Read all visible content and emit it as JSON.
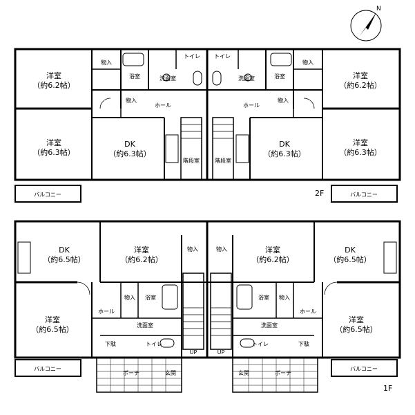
{
  "compass": {
    "north_mark": "N"
  },
  "floor2": {
    "floor_label": "2F",
    "rooms": {
      "western_tl": {
        "name": "洋室",
        "size": "（約6.2帖）"
      },
      "western_bl": {
        "name": "洋室",
        "size": "（約6.3帖）"
      },
      "dk_l": {
        "name": "DK",
        "size": "（約6.3帖）"
      },
      "dk_r": {
        "name": "DK",
        "size": "（約6.3帖）"
      },
      "western_tr": {
        "name": "洋室",
        "size": "（約6.2帖）"
      },
      "western_br": {
        "name": "洋室",
        "size": "（約6.3帖）"
      }
    },
    "labels": {
      "closet_tl": "物入",
      "closet_tl2": "物入",
      "bath_l": "浴室",
      "washroom_l": "洗面室",
      "washroom_r": "洗面室",
      "bath_r": "浴室",
      "closet_tr": "物入",
      "closet_tr2": "物入",
      "toilet_l": "トイレ",
      "toilet_r": "トイレ",
      "hall_l": "ホール",
      "hall_r": "ホール",
      "stair_l": "階段室",
      "stair_r": "階段室",
      "balcony_l": "バルコニー",
      "balcony_r": "バルコニー"
    }
  },
  "floor1": {
    "floor_label": "1F",
    "rooms": {
      "dk_l": {
        "name": "DK",
        "size": "（約6.5帖）"
      },
      "western_tl": {
        "name": "洋室",
        "size": "（約6.2帖）"
      },
      "western_tr": {
        "name": "洋室",
        "size": "（約6.2帖）"
      },
      "dk_r": {
        "name": "DK",
        "size": "（約6.5帖）"
      },
      "western_bl": {
        "name": "洋室",
        "size": "（約6.5帖）"
      },
      "western_br": {
        "name": "洋室",
        "size": "（約6.5帖）"
      }
    },
    "labels": {
      "closet_l": "物入",
      "closet_r": "物入",
      "closet_l2": "物入",
      "closet_r2": "物入",
      "bath_l": "浴室",
      "bath_r": "浴室",
      "hall_l": "ホール",
      "hall_r": "ホール",
      "washroom_l": "洗面室",
      "washroom_r": "洗面室",
      "toilet_l": "トイレ",
      "toilet_r": "トイレ",
      "shoe_l": "下駄",
      "shoe_r": "下駄",
      "entrance_l": "玄関",
      "entrance_r": "玄関",
      "porch_l": "ポーチ",
      "porch_r": "ポーチ",
      "up_l": "UP",
      "up_r": "UP",
      "balcony_l": "バルコニー",
      "balcony_r": "バルコニー"
    }
  }
}
